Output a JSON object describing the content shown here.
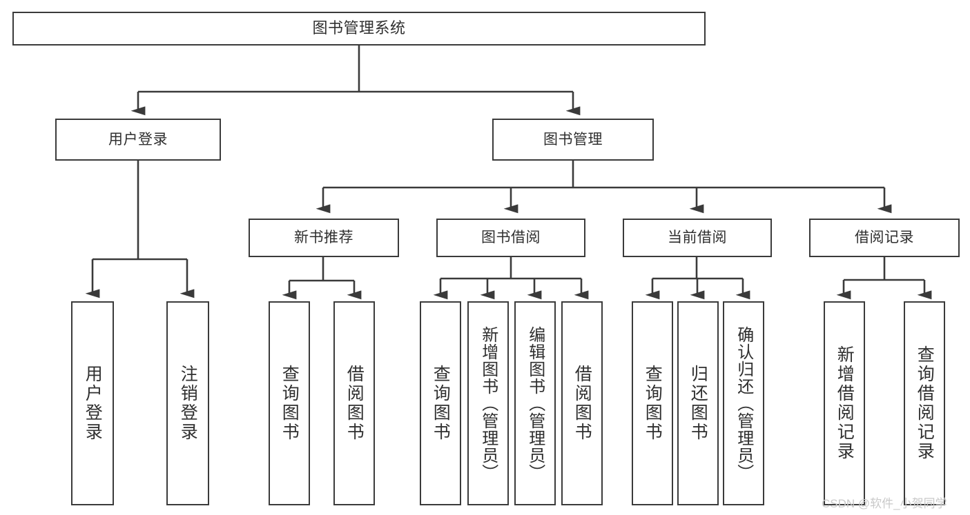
{
  "diagram": {
    "type": "hierarchy-tree",
    "title_node": {
      "id": "root",
      "label": "图书管理系统"
    },
    "level2": [
      {
        "id": "user-login",
        "label": "用户登录"
      },
      {
        "id": "book-manage",
        "label": "图书管理"
      }
    ],
    "level3": [
      {
        "id": "new-book-rec",
        "label": "新书推荐"
      },
      {
        "id": "book-borrow",
        "label": "图书借阅"
      },
      {
        "id": "current-borrow",
        "label": "当前借阅"
      },
      {
        "id": "borrow-record",
        "label": "借阅记录"
      }
    ],
    "leaves": {
      "user_login": [
        {
          "id": "leaf-user-login",
          "label": "用户登录"
        },
        {
          "id": "leaf-logout",
          "label": "注销登录"
        }
      ],
      "new_book_rec": [
        {
          "id": "leaf-query-book-1",
          "label": "查询图书"
        },
        {
          "id": "leaf-borrow-book-1",
          "label": "借阅图书"
        }
      ],
      "book_borrow": [
        {
          "id": "leaf-query-book-2",
          "label": "查询图书"
        },
        {
          "id": "leaf-add-book",
          "label": "新增图书（管理员）"
        },
        {
          "id": "leaf-edit-book",
          "label": "编辑图书（管理员）"
        },
        {
          "id": "leaf-borrow-book-2",
          "label": "借阅图书"
        }
      ],
      "current_borrow": [
        {
          "id": "leaf-query-book-3",
          "label": "查询图书"
        },
        {
          "id": "leaf-return-book",
          "label": "归还图书"
        },
        {
          "id": "leaf-confirm-return",
          "label": "确认归还（管理员）"
        }
      ],
      "borrow_record": [
        {
          "id": "leaf-add-record",
          "label": "新增借阅记录"
        },
        {
          "id": "leaf-query-record",
          "label": "查询借阅记录"
        }
      ]
    },
    "watermark": "CSDN @软件_小贺同学",
    "colors": {
      "stroke": "#3a3a3a",
      "text": "#2f2f2f",
      "background": "#ffffff",
      "watermark": "#c9c9c9"
    }
  }
}
